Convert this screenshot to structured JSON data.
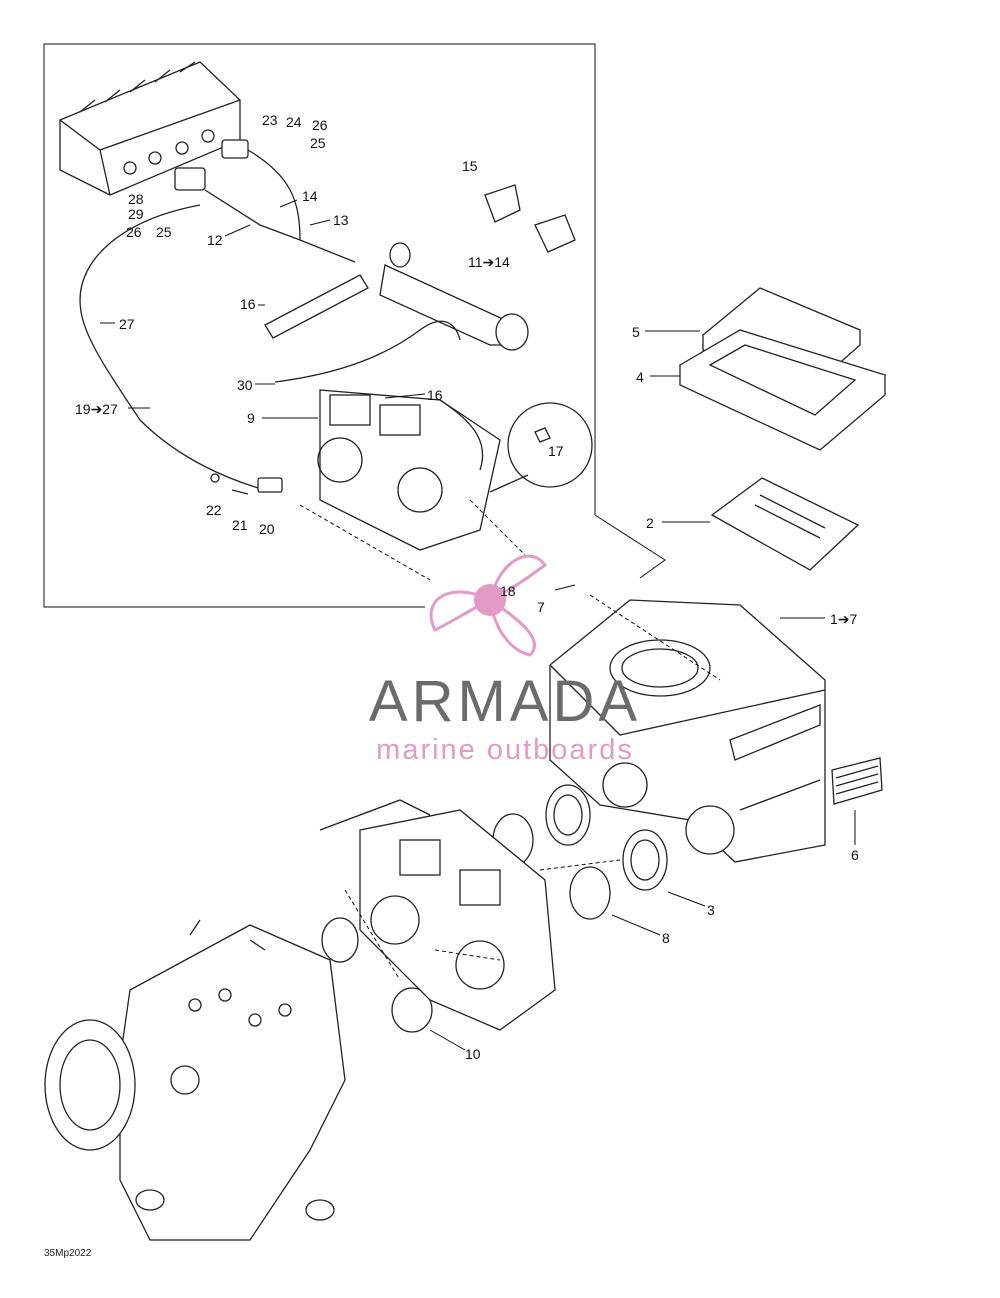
{
  "watermark": {
    "brand": "ARMADA",
    "tagline": "marine outboards",
    "color_brand": "#6b6b6b",
    "color_accent": "#e49ac7",
    "icon": "propeller-logo-icon"
  },
  "figure_code": "35Mp2022",
  "callouts": {
    "c1": "1➔7",
    "c2": "2",
    "c3": "3",
    "c4": "4",
    "c5": "5",
    "c6": "6",
    "c7": "7",
    "c8": "8",
    "c9": "9",
    "c10": "10",
    "c11": "11➔14",
    "c12": "12",
    "c13": "13",
    "c14": "14",
    "c15": "15",
    "c16a": "16",
    "c16b": "16",
    "c17": "17",
    "c18": "18",
    "c19": "19➔27",
    "c20": "20",
    "c21": "21",
    "c22": "22",
    "c23": "23",
    "c24": "24",
    "c25a": "25",
    "c25b": "25",
    "c26a": "26",
    "c26b": "26",
    "c27": "27",
    "c28": "28",
    "c29": "29",
    "c30": "30"
  }
}
